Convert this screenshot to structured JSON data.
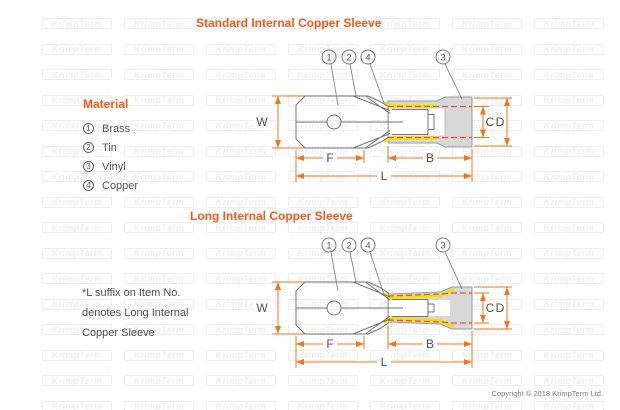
{
  "watermark": {
    "text": "KrimpTerm"
  },
  "diagrams": {
    "standard": {
      "title": "Standard Internal Copper Sleeve",
      "callouts": {
        "c1": "1",
        "c2": "2",
        "c4": "4",
        "c3": "3"
      },
      "dims": {
        "W": "W",
        "F": "F",
        "B": "B",
        "L": "L",
        "C": "C",
        "D": "D"
      }
    },
    "long": {
      "title": "Long Internal Copper Sleeve",
      "callouts": {
        "c1": "1",
        "c2": "2",
        "c4": "4",
        "c3": "3"
      },
      "dims": {
        "W": "W",
        "F": "F",
        "B": "B",
        "L": "L",
        "C": "C",
        "D": "D"
      }
    }
  },
  "material": {
    "heading": "Material",
    "items": [
      {
        "num": "1",
        "label": "Brass"
      },
      {
        "num": "2",
        "label": "Tin"
      },
      {
        "num": "3",
        "label": "Vinyl"
      },
      {
        "num": "4",
        "label": "Copper"
      }
    ]
  },
  "note": {
    "line1": "*L suffix on Item No.",
    "line2": "denotes Long Internal",
    "line3": "Copper Sleeve"
  },
  "copyright": "Copyright © 2018 KrimpTerm Ltd.",
  "colors": {
    "accent_orange": "#F4591D",
    "dimension_orange": "#F2751F",
    "copper_sleeve_yellow": "#F2E205",
    "inner_diameter_red": "#E85039",
    "vinyl_gray": "#D8D8D8"
  }
}
